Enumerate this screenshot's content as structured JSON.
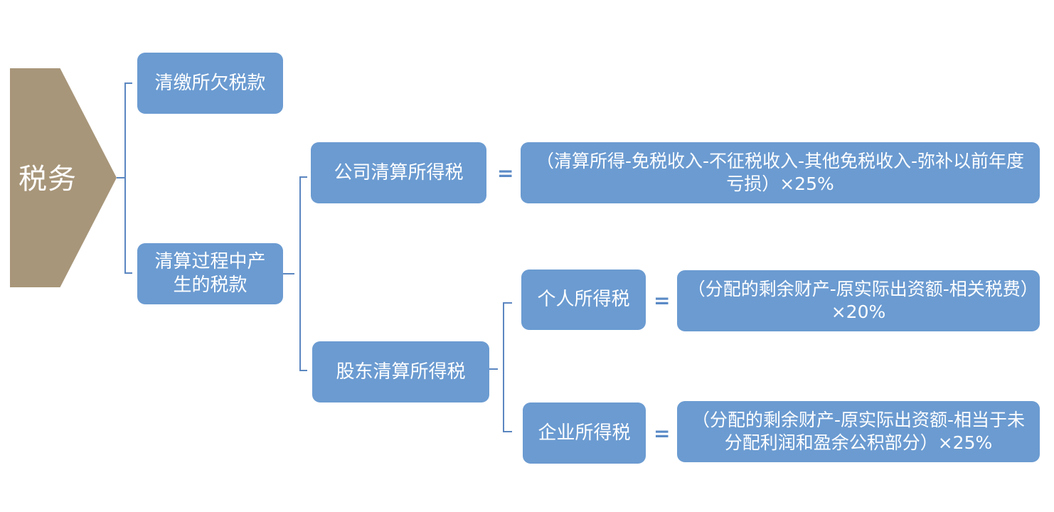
{
  "root": {
    "label": "税务"
  },
  "level1": [
    {
      "label": "清缴所欠税款"
    },
    {
      "label": "清算过程中产\n生的税款"
    }
  ],
  "level2": [
    {
      "label": "公司清算所得税"
    },
    {
      "label": "股东清算所得税"
    }
  ],
  "level3": [
    {
      "label": "个人所得税"
    },
    {
      "label": "企业所得税"
    }
  ],
  "equals_sign": "=",
  "formulas": [
    {
      "text": "（清算所得-免税收入-不征税收入-其他免税收入-弥补以前年度亏损）×25%"
    },
    {
      "text": "（分配的剩余财产-原实际出资额-相关税费）×20%"
    },
    {
      "text": "（分配的剩余财产-原实际出资额-相当于未分配利润和盈余公积部分）×25%"
    }
  ],
  "colors": {
    "root_fill": "#a8967a",
    "box_fill": "#6b9bd1",
    "connector": "#5b86c0",
    "text": "#ffffff"
  }
}
